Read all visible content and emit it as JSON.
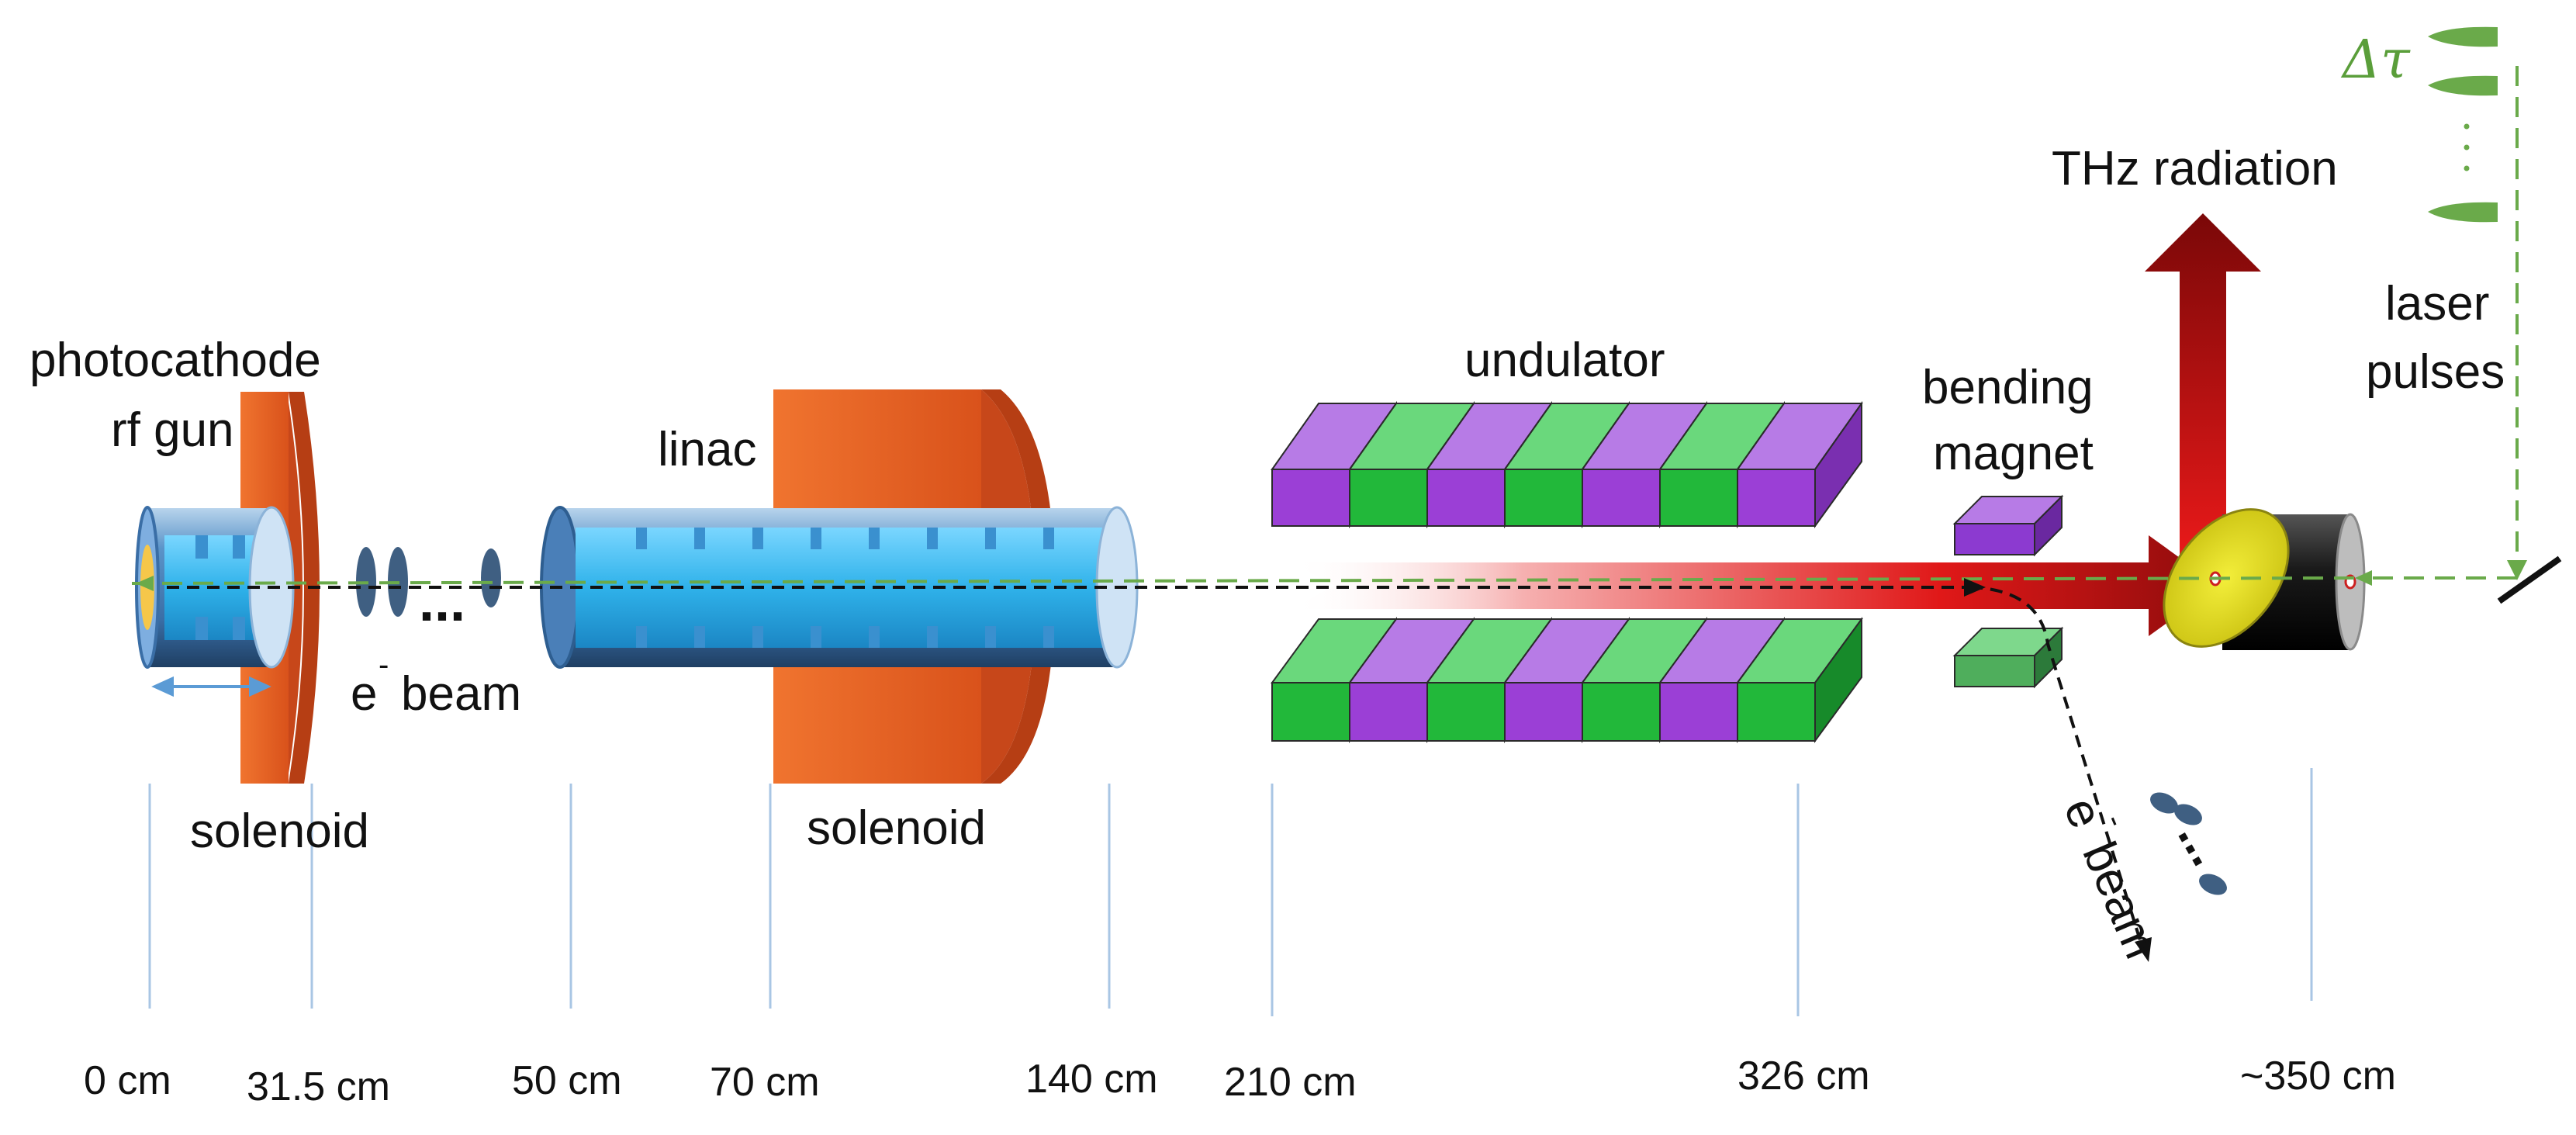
{
  "labels": {
    "photocathode": "photocathode",
    "rf_gun": "rf gun",
    "solenoid_1": "solenoid",
    "ebeam_1": "e",
    "ebeam_1_sup": "-",
    "ebeam_1_word": "beam",
    "dots_1": "...",
    "linac": "linac",
    "solenoid_2": "solenoid",
    "undulator": "undulator",
    "bending": "bending",
    "magnet": "magnet",
    "thz": "THz radiation",
    "laser": "laser",
    "pulses": "pulses",
    "dtau": "Δτ",
    "ebeam_2": "e",
    "ebeam_2_sup": "-",
    "ebeam_2_word": "beam",
    "dots_2": "..."
  },
  "positions": [
    "0 cm",
    "31.5 cm",
    "50 cm",
    "70 cm",
    "140 cm",
    "210 cm",
    "326 cm",
    "~350 cm"
  ],
  "colors": {
    "solenoid": "#e05a22",
    "cavity": "#4a88c8",
    "cell": "#33b8ee",
    "magnet_purple": "#9b3fd6",
    "magnet_green": "#22b83a",
    "thz": "#cc1010",
    "laser": "#6aaa4a"
  }
}
